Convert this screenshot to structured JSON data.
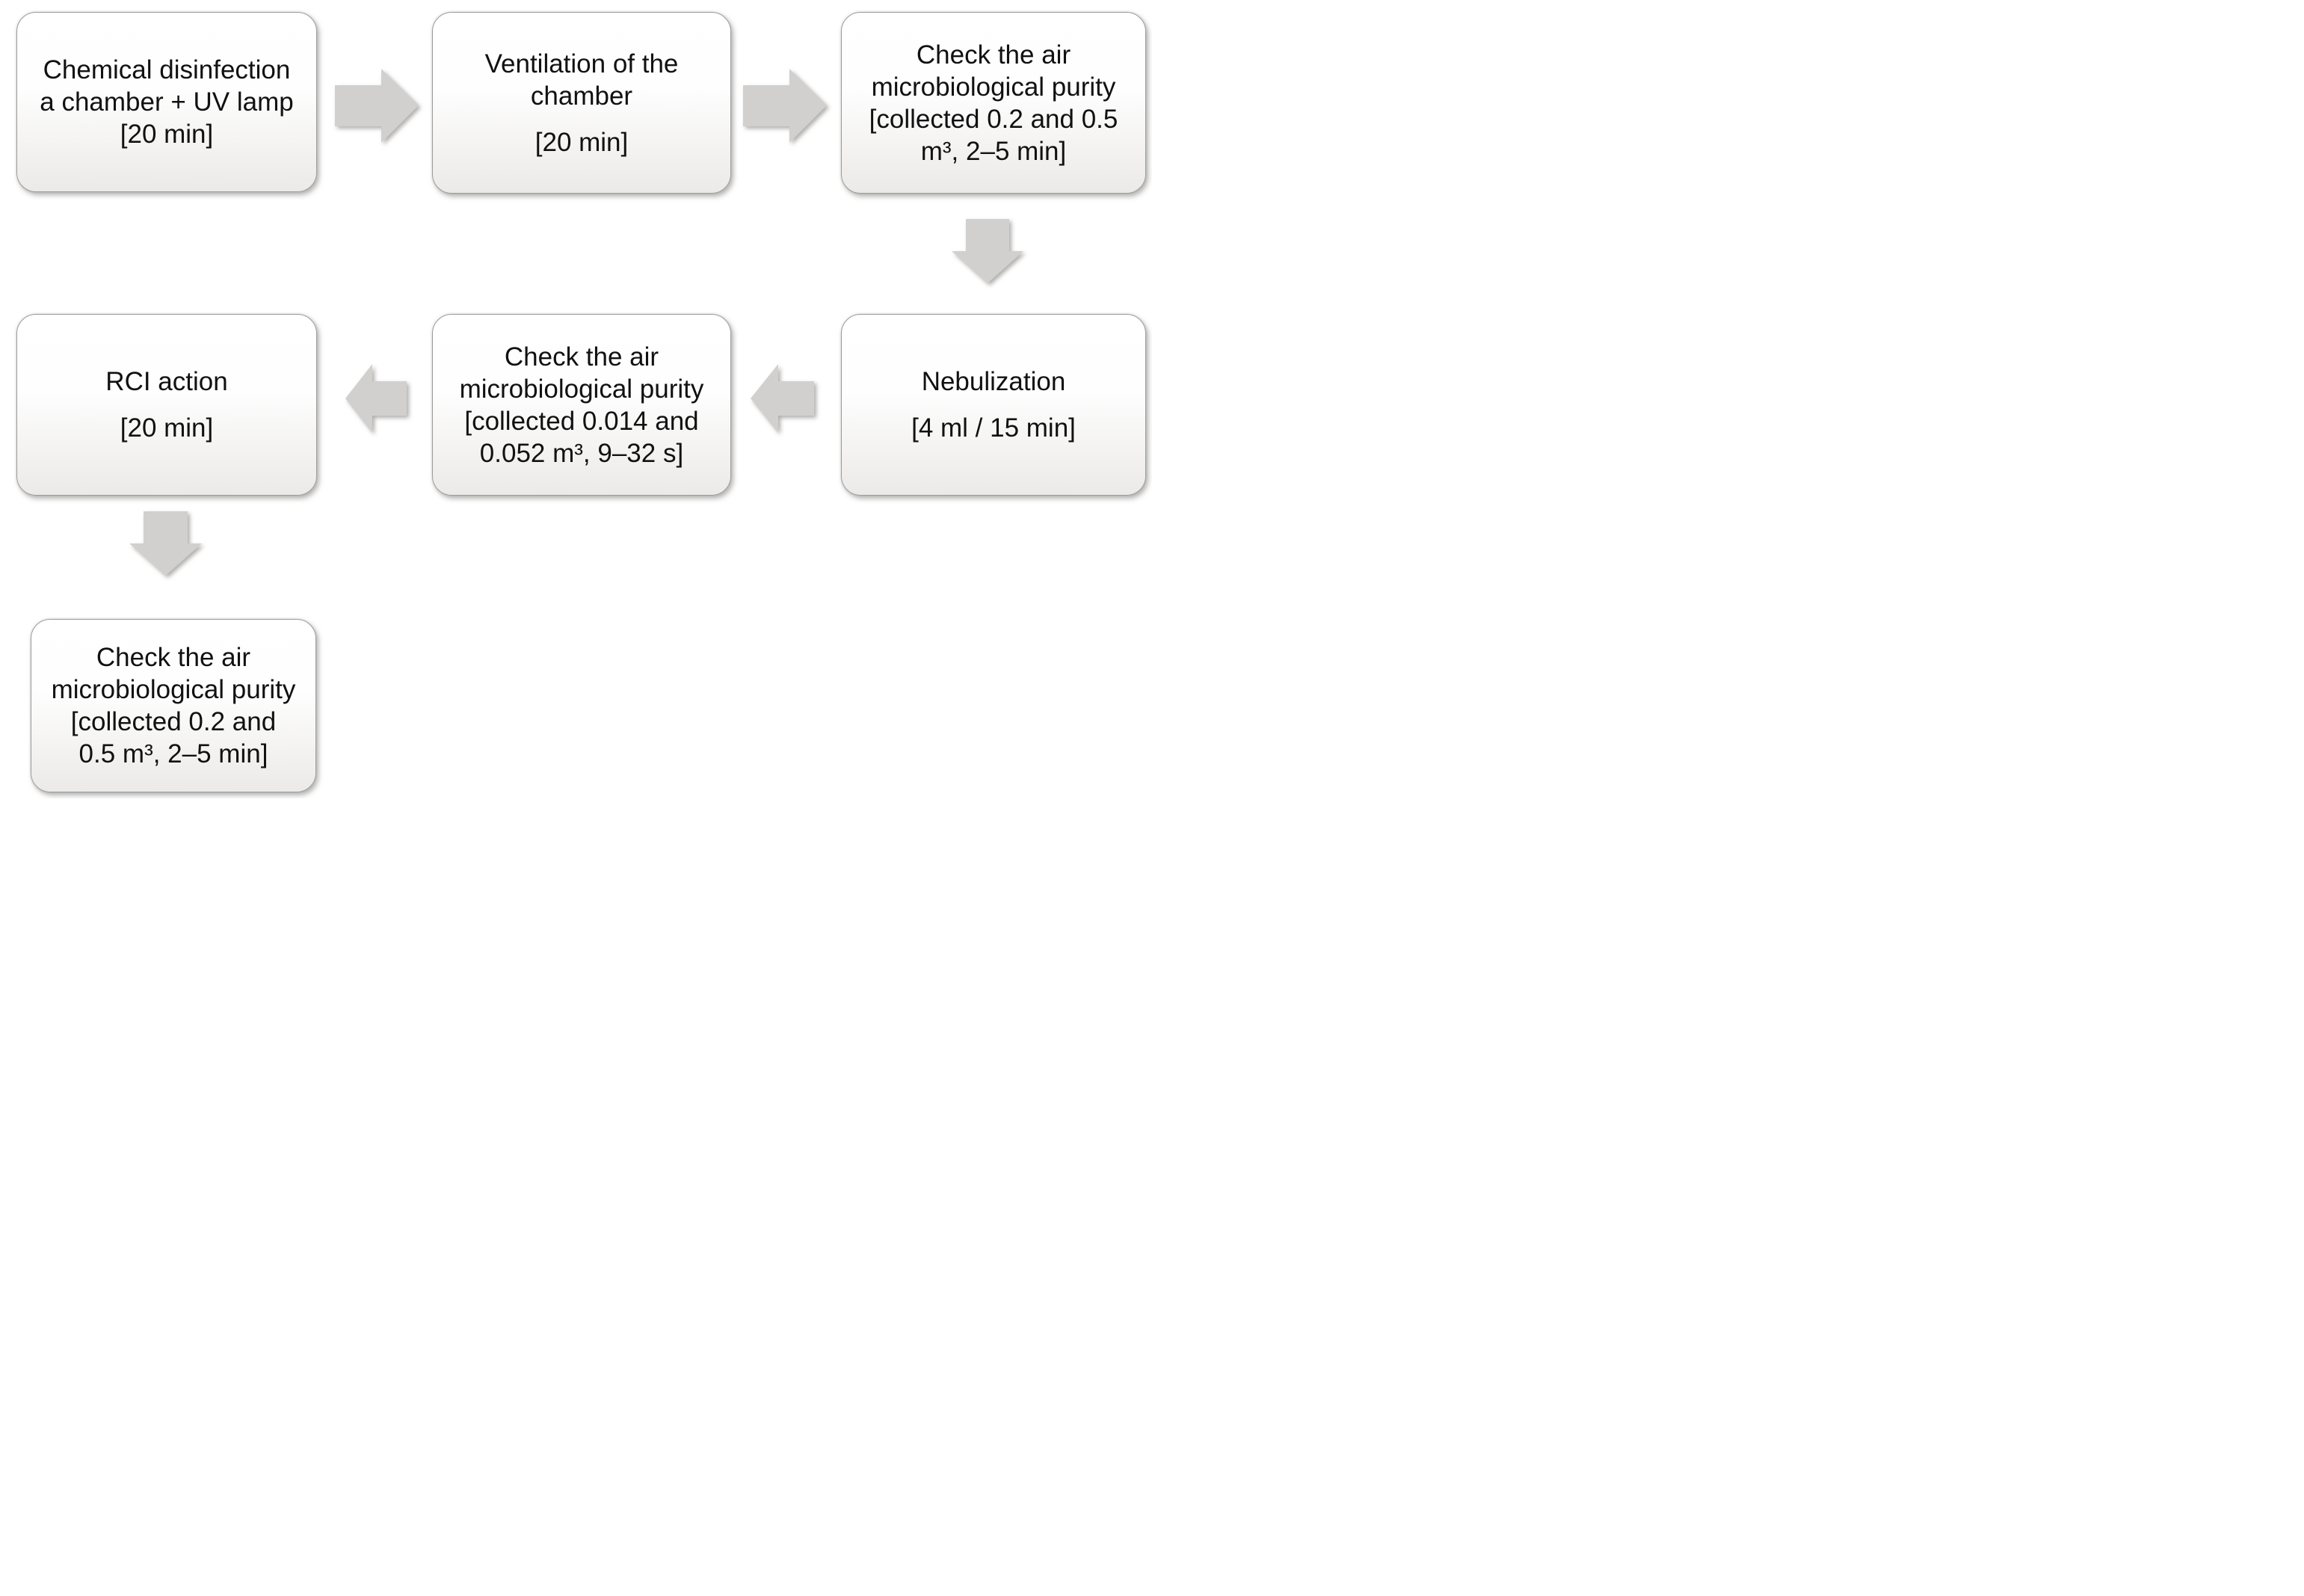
{
  "diagram_type": "flowchart",
  "colors": {
    "background": "#ffffff",
    "box_fill_top": "#ffffff",
    "box_fill_bottom": "#eceae8",
    "box_border": "#9e9c99",
    "arrow_fill": "#d2d0ce",
    "text": "#111111"
  },
  "boxes": [
    {
      "id": "chemical-disinfection",
      "text": "Chemical disinfection\na chamber + UV lamp\n[20 min]",
      "subtext": ""
    },
    {
      "id": "ventilation",
      "text": "Ventilation of the\nchamber",
      "subtext": "[20 min]"
    },
    {
      "id": "check-air-purity-1",
      "text": "Check the air\nmicrobiological purity\n[collected 0.2 and 0.5\nm³, 2–5 min]",
      "subtext": ""
    },
    {
      "id": "rci-action",
      "text": "RCI action",
      "subtext": "[20 min]"
    },
    {
      "id": "check-air-purity-2",
      "text": "Check the air\nmicrobiological purity\n[collected  0.014 and\n0.052 m³, 9–32 s]",
      "subtext": ""
    },
    {
      "id": "nebulization",
      "text": "Nebulization",
      "subtext": "[4 ml / 15 min]"
    },
    {
      "id": "check-air-purity-3",
      "text": "Check the air\nmicrobiological purity\n[collected 0.2 and\n0.5 m³, 2–5 min]",
      "subtext": ""
    }
  ],
  "arrows": [
    {
      "id": "arrow-1",
      "direction": "right",
      "from": "chemical-disinfection",
      "to": "ventilation"
    },
    {
      "id": "arrow-2",
      "direction": "right",
      "from": "ventilation",
      "to": "check-air-purity-1"
    },
    {
      "id": "arrow-3",
      "direction": "down",
      "from": "check-air-purity-1",
      "to": "nebulization"
    },
    {
      "id": "arrow-4",
      "direction": "left",
      "from": "nebulization",
      "to": "check-air-purity-2"
    },
    {
      "id": "arrow-5",
      "direction": "left",
      "from": "check-air-purity-2",
      "to": "rci-action"
    },
    {
      "id": "arrow-6",
      "direction": "down",
      "from": "rci-action",
      "to": "check-air-purity-3"
    }
  ]
}
